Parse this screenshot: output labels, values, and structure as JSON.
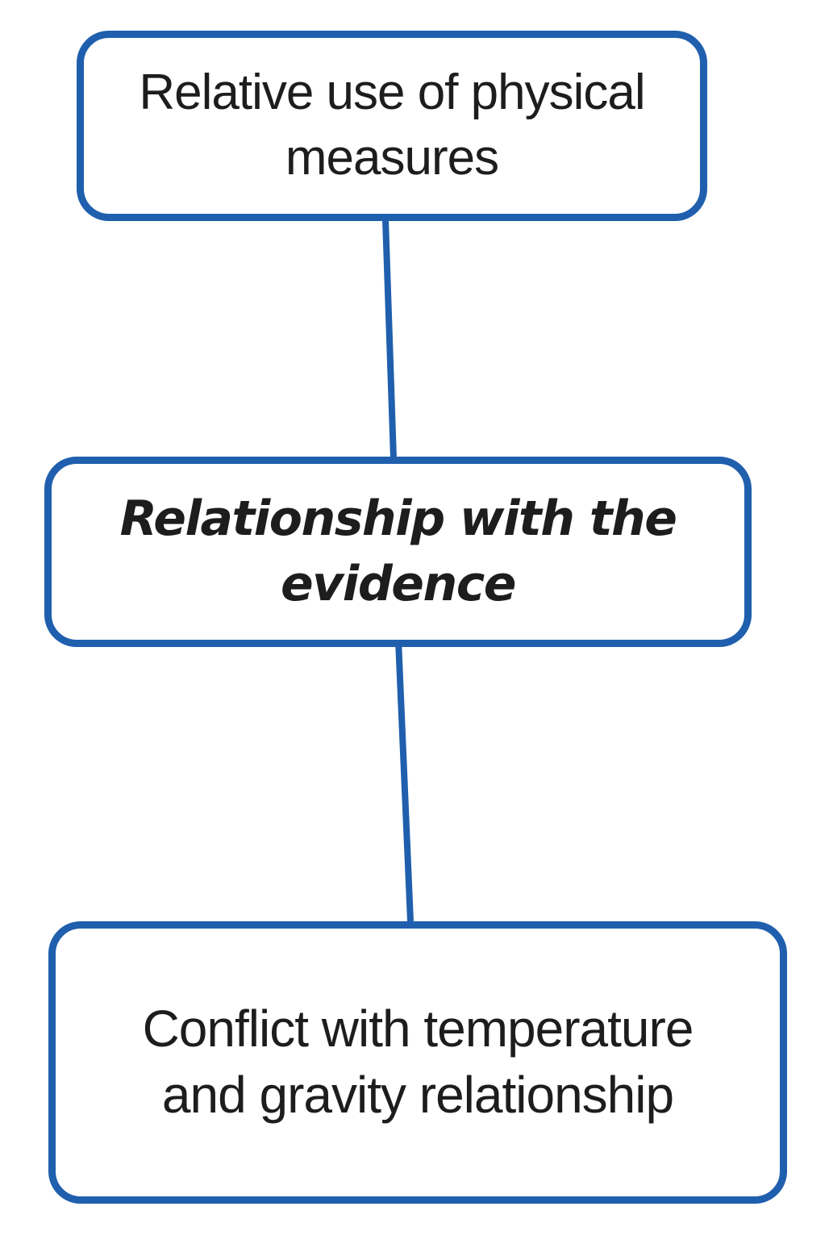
{
  "diagram": {
    "background_color": "#ffffff",
    "accent_color": "#1f5fad",
    "text_color": "#1d1d1d",
    "nodes": [
      {
        "id": "relative-use-of-physical-measures",
        "label": "Relative use of physical\nmeasures",
        "emphasis": "normal"
      },
      {
        "id": "relationship-with-the-evidence",
        "label": "Relationship with the\nevidence",
        "emphasis": "bold-italic"
      },
      {
        "id": "conflict-temperature-gravity",
        "label": "Conflict with temperature\nand gravity relationship",
        "emphasis": "normal"
      }
    ],
    "connectors": [
      {
        "from": "relative-use-of-physical-measures",
        "to": "relationship-with-the-evidence"
      },
      {
        "from": "relationship-with-the-evidence",
        "to": "conflict-temperature-gravity"
      }
    ]
  }
}
